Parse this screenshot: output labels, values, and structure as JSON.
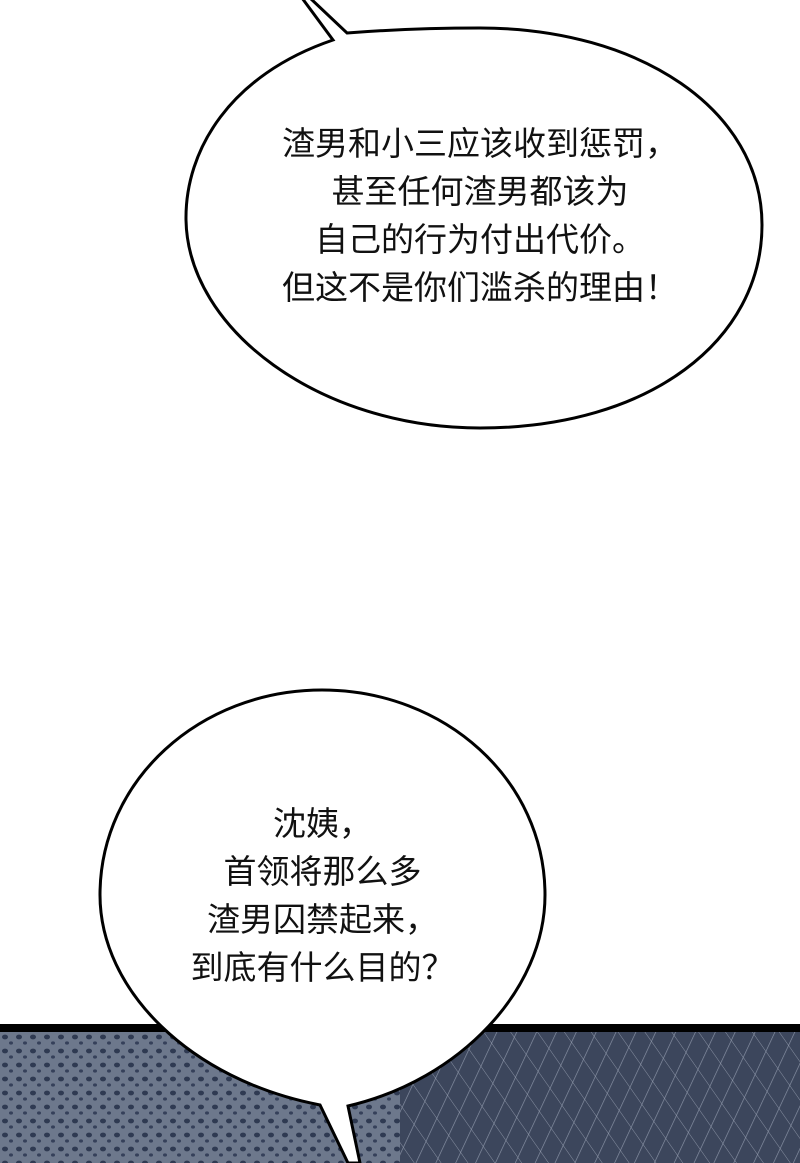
{
  "comic_page": {
    "bubble_top": {
      "lines": [
        "渣男和小三应该收到惩罚，",
        "甚至任何渣男都该为",
        "自己的行为付出代价。",
        "但这不是你们滥杀的理由！"
      ]
    },
    "bubble_bottom": {
      "lines": [
        "沈姨，",
        "首领将那么多",
        "渣男囚禁起来，",
        "到底有什么目的？"
      ]
    },
    "colors": {
      "background": "#ffffff",
      "panel_texture": "#4a5468",
      "panel_border": "#000000",
      "text": "#111111"
    }
  }
}
